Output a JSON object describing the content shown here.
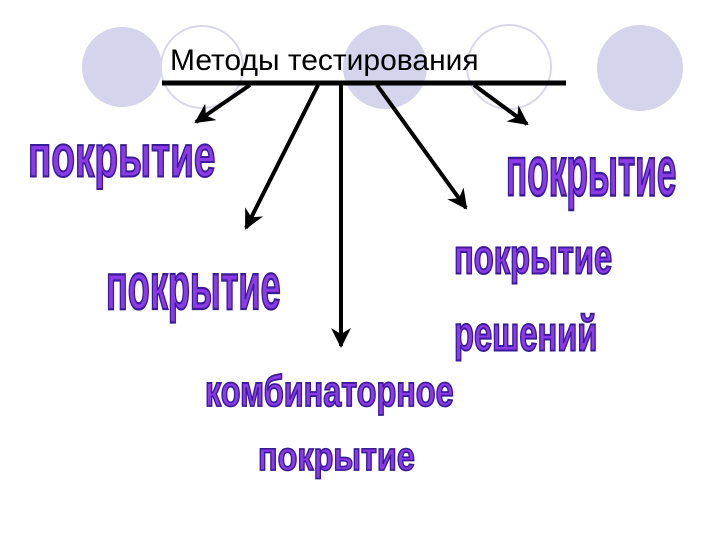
{
  "title": "Методы тестирования",
  "colors": {
    "wordart_fill": "#8a3be6",
    "wordart_stroke": "#3a1a9a",
    "circle_fill": "#d4d4ec",
    "circle_outline": "#d8d8e8",
    "arrow": "#000000"
  },
  "nodes": [
    {
      "id": "top-left",
      "text": "покрытие"
    },
    {
      "id": "mid-left",
      "text": "покрытие"
    },
    {
      "id": "bottom-center-line1",
      "text": "комбинаторное"
    },
    {
      "id": "bottom-center-line2",
      "text": "покрытие"
    },
    {
      "id": "mid-right-line1",
      "text": "покрытие"
    },
    {
      "id": "mid-right-line2",
      "text": "решений"
    },
    {
      "id": "top-right",
      "text": "покрытие"
    }
  ]
}
